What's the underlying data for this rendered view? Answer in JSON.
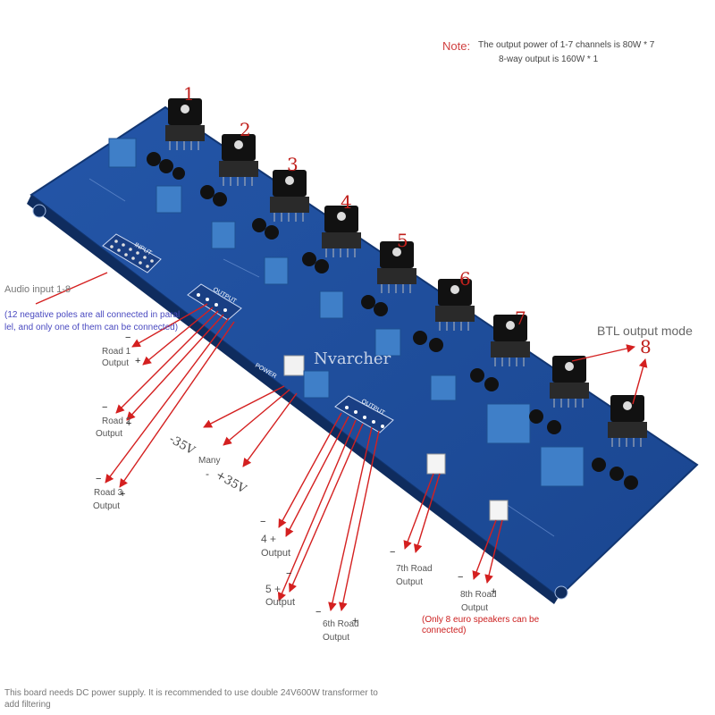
{
  "note": {
    "label": "Note:",
    "line1": "The output power of 1-7 channels is 80W * 7",
    "line2": "8-way output is 160W * 1"
  },
  "channel_numbers": [
    "1",
    "2",
    "3",
    "4",
    "5",
    "6",
    "7",
    "8"
  ],
  "btl_label": "BTL output mode",
  "watermark": "Nvarcher",
  "audio_input": {
    "title": "Audio input 1-8",
    "note_line1": "(12 negative poles are all connected in paral",
    "note_line2": "lel, and only one of them can be connected)"
  },
  "road_outputs": [
    {
      "road": "Road 1",
      "output": "Output"
    },
    {
      "road": "Road 2",
      "output": "Output"
    },
    {
      "road": "Road 3",
      "output": "Output"
    },
    {
      "road": "4 +",
      "output": "Output"
    },
    {
      "road": "5 +",
      "output": "Output"
    },
    {
      "road": "6th Road",
      "output": "Output"
    },
    {
      "road": "7th Road",
      "output": "Output"
    },
    {
      "road": "8th Road",
      "output": "Output"
    }
  ],
  "power": {
    "neg": "-35V",
    "many": "Many",
    "pos": "+35V",
    "dash": "-"
  },
  "speaker_note_line1": "(Only 8 euro speakers can be",
  "speaker_note_line2": "connected)",
  "footer_line1": "This board needs DC power supply. It is recommended to use double 24V600W transformer to",
  "footer_line2": "add filtering",
  "board_labels": {
    "input": "INPUT",
    "output_left": "OUTPUT",
    "output_right": "OUTPUT",
    "power": "POWER"
  },
  "colors": {
    "board": "#1e4fa0",
    "board_dark": "#163c7c",
    "annotation_red": "#d42020",
    "note_blue": "#4a4ac0"
  }
}
